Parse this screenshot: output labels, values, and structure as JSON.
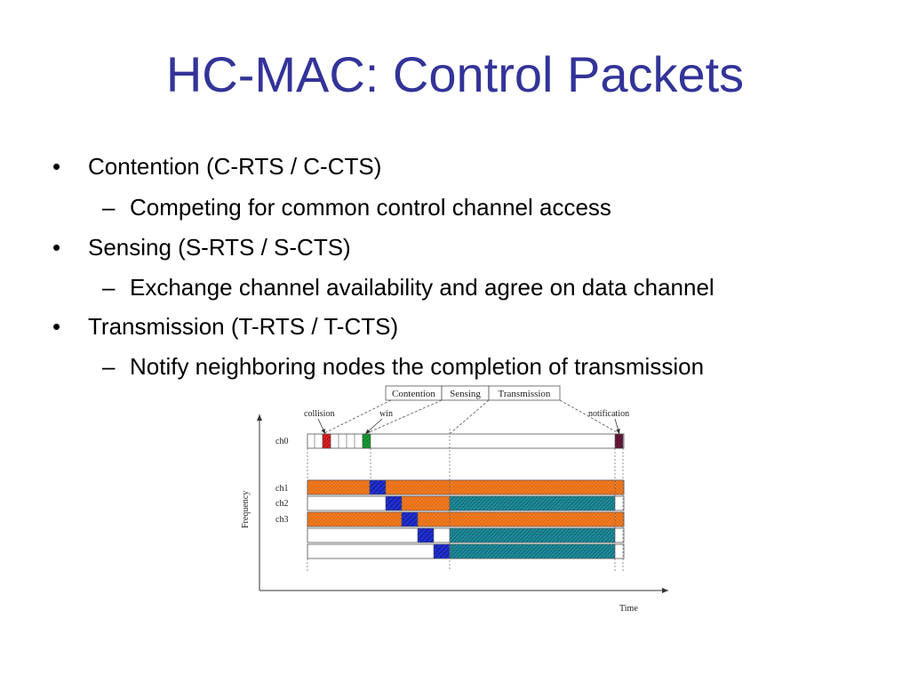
{
  "slide": {
    "title": "HC-MAC: Control Packets"
  },
  "bullets": [
    {
      "level": 1,
      "marker": "•",
      "text": "Contention (C-RTS / C-CTS)"
    },
    {
      "level": 2,
      "marker": "–",
      "text": "Competing for common control channel access"
    },
    {
      "level": 1,
      "marker": "•",
      "text": "Sensing (S-RTS / S-CTS)"
    },
    {
      "level": 2,
      "marker": "–",
      "text": "Exchange channel availability and agree on data channel"
    },
    {
      "level": 1,
      "marker": "•",
      "text": "Transmission (T-RTS / T-CTS)"
    },
    {
      "level": 2,
      "marker": "–",
      "text": "Notify neighboring nodes the completion of transmission"
    }
  ],
  "diagram": {
    "phases": [
      "Contention",
      "Sensing",
      "Transmission"
    ],
    "annotations": {
      "collision": "collision",
      "win": "win",
      "notification": "notification"
    },
    "y_axis_label": "Frequency",
    "x_axis_label": "Time",
    "channels": [
      "ch0",
      "ch1",
      "ch2",
      "ch3"
    ],
    "colors": {
      "contention_fill": "#f47a1f",
      "sensing_fill": "#1f2fd0",
      "transmission_fill": "#1f8a9a",
      "collision_fill": "#e02020",
      "win_fill": "#1a9a2a",
      "notification_fill": "#6a1a3a"
    }
  }
}
